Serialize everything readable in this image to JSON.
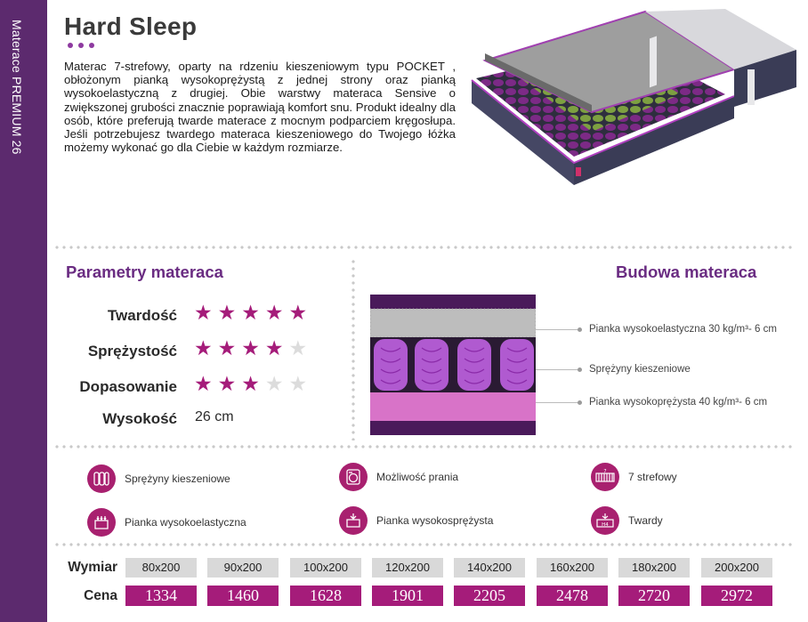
{
  "sidebar": {
    "text": "Materace PREMIUM 26"
  },
  "product": {
    "title": "Hard Sleep",
    "description": "Materac 7-strefowy, oparty na rdzeniu kieszeniowym typu POCKET , obłożonym pianką wysokoprężystą z jednej strony oraz pianką wysokoelastyczną z drugiej. Obie warstwy materaca Sensive o zwiększonej grubości znacznie poprawiają komfort snu. Produkt idealny dla osób, które preferują twarde materace z mocnym podparciem kręgosłupa. Jeśli potrzebujesz twardego materaca kieszeniowego do Twojego łóżka możemy wykonać go dla Ciebie w każdym rozmiarze."
  },
  "parameters": {
    "title": "Parametry materaca",
    "items": [
      {
        "label": "Twardość",
        "stars": 5,
        "max": 5
      },
      {
        "label": "Sprężystość",
        "stars": 4,
        "max": 5
      },
      {
        "label": "Dopasowanie",
        "stars": 3,
        "max": 5
      }
    ],
    "height_label": "Wysokość",
    "height_value": "26 cm"
  },
  "construction": {
    "title": "Budowa materaca",
    "layers": [
      {
        "label": "Pianka wysokoelastyczna  30 kg/m³- 6 cm"
      },
      {
        "label": "Sprężyny kieszeniowe"
      },
      {
        "label": "Pianka wysokoprężysta  40 kg/m³- 6 cm"
      }
    ]
  },
  "features": [
    {
      "label": "Sprężyny kieszeniowe",
      "icon": "springs-icon"
    },
    {
      "label": "Możliwość prania",
      "icon": "washing-machine-icon"
    },
    {
      "label": "7 strefowy",
      "icon": "seven-zones-icon"
    },
    {
      "label": "Pianka wysokoelastyczna",
      "icon": "foam-elastic-icon"
    },
    {
      "label": "Pianka wysokosprężysta",
      "icon": "foam-resilient-icon"
    },
    {
      "label": "Twardy",
      "icon": "hardness-icon",
      "badge": "H4"
    }
  ],
  "pricing": {
    "size_label": "Wymiar",
    "price_label": "Cena",
    "sizes": [
      "80x200",
      "90x200",
      "100x200",
      "120x200",
      "140x200",
      "160x200",
      "180x200",
      "200x200"
    ],
    "prices": [
      "1334",
      "1460",
      "1628",
      "1901",
      "2205",
      "2478",
      "2720",
      "2972"
    ]
  },
  "colors": {
    "sidebar": "#5c2a6e",
    "accent_title": "#6a2c82",
    "star_on": "#a51c7a",
    "star_off": "#dcdcdc",
    "price_bg": "#a51c7a",
    "size_bg": "#d9d9d9"
  }
}
